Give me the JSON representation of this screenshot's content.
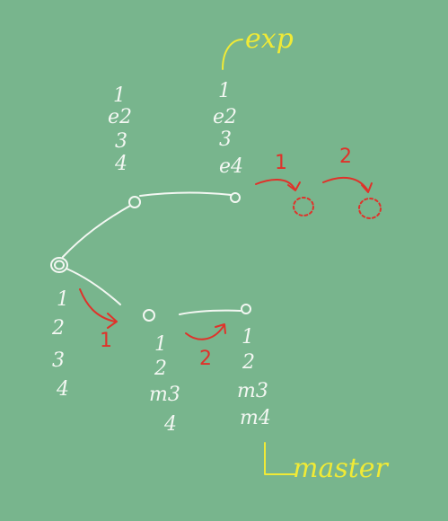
{
  "labels": {
    "top_left_stack": [
      "1",
      "e2",
      "3",
      "4"
    ],
    "top_right_stack": [
      "1",
      "e2",
      "3",
      "e4"
    ],
    "bottom_left_stack": [
      "1",
      "2",
      "3",
      "4"
    ],
    "bottom_mid_stack": [
      "1",
      "2",
      "m3",
      "4"
    ],
    "bottom_right_stack": [
      "1",
      "2",
      "m3",
      "m4"
    ],
    "exp": "exp",
    "master": "master",
    "top_arrow_1": "1",
    "top_arrow_2": "2",
    "bottom_arrow_1": "1",
    "bottom_arrow_2": "2"
  },
  "colors": {
    "background": "#78b58d",
    "chalk": "#f3f7f2",
    "red": "#e0322a",
    "yellow": "#f0ea36"
  }
}
